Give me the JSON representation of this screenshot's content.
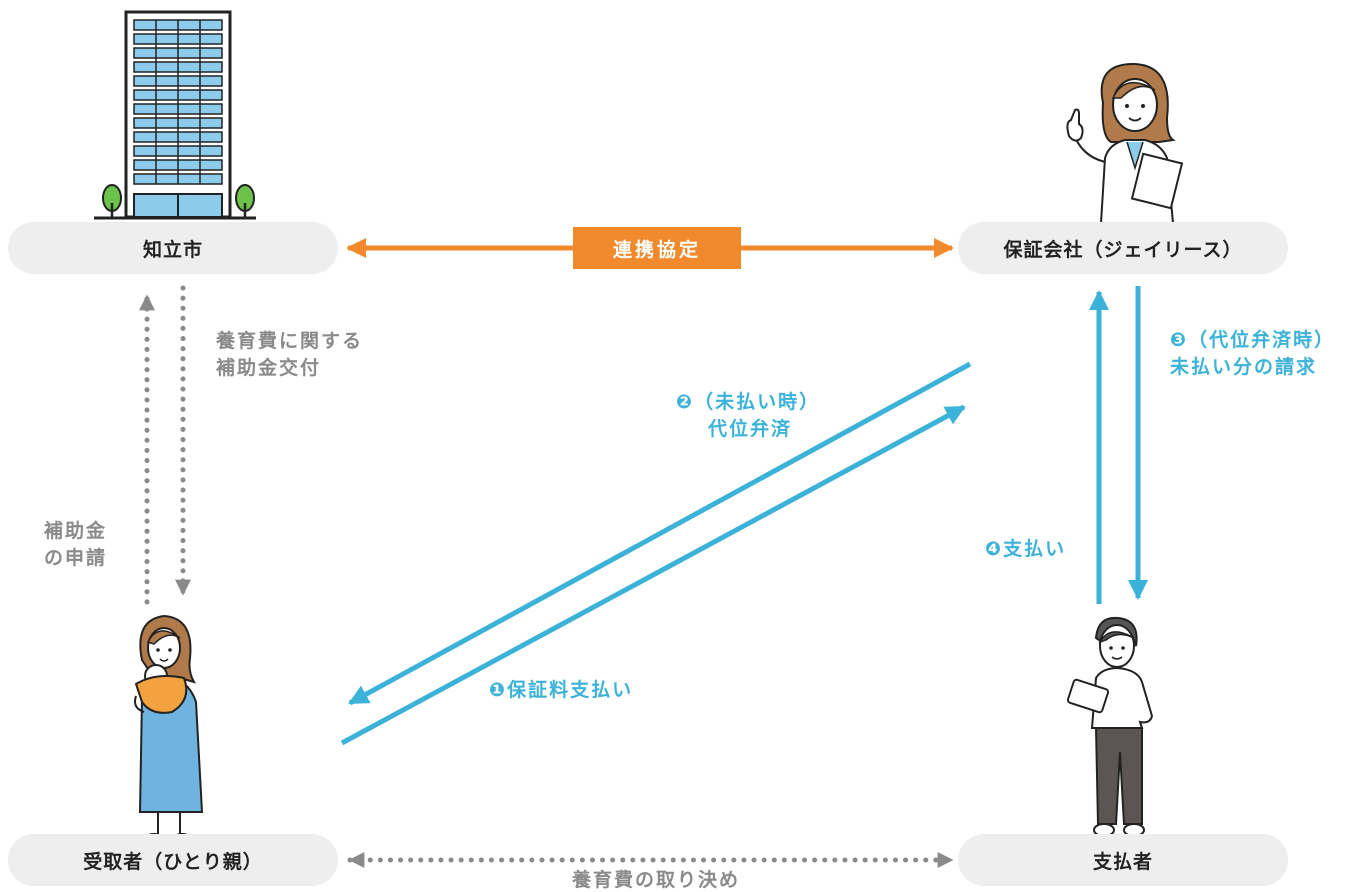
{
  "nodes": {
    "city": "知立市",
    "guarantor": "保証会社（ジェイリース）",
    "recipient": "受取者（ひとり親）",
    "payer": "支払者"
  },
  "edges": {
    "agreement": "連携協定",
    "subsidy_grant": [
      "養育費に関する",
      "補助金交付"
    ],
    "subsidy_apply": [
      "補助金",
      "の申請"
    ],
    "step1": "❶保証料支払い",
    "step2": [
      "❷（未払い時）",
      "代位弁済"
    ],
    "step3": [
      "❸（代位弁済時）",
      "未払い分の請求"
    ],
    "step4": "❹支払い",
    "arrangement": "養育費の取り決め"
  },
  "colors": {
    "orange": "#f08a2c",
    "blue": "#3cb2d9",
    "gray": "#8a8a8a",
    "pill": "#eeeeee"
  },
  "icons": [
    "city-hall-building-icon",
    "guarantor-woman-icon",
    "mother-with-baby-icon",
    "payer-man-with-tablet-icon"
  ]
}
